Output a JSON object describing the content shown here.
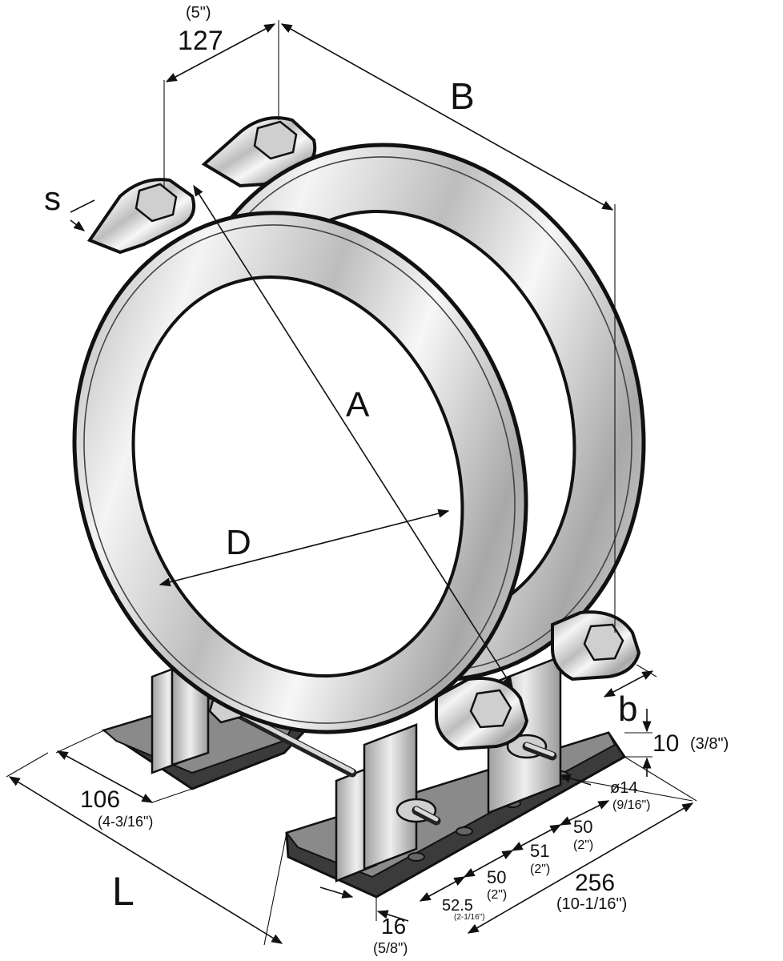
{
  "labels": {
    "dim_127": "127",
    "dim_127_in": "(5\")",
    "B": "B",
    "s": "s",
    "A": "A",
    "D": "D",
    "b": "b",
    "dim_10": "10",
    "dim_10_in": "(3/8\")",
    "hole": "ø14",
    "hole_in": "(9/16\")",
    "dim_50a": "50",
    "dim_50a_in": "(2\")",
    "dim_51": "51",
    "dim_51_in": "(2\")",
    "dim_50b": "50",
    "dim_50b_in": "(2\")",
    "dim_52": "52.5",
    "dim_52_in": "(2-1/16\")",
    "dim_256": "256",
    "dim_256_in": "(10-1/16\")",
    "dim_16": "16",
    "dim_16_in": "(5/8\")",
    "dim_106": "106",
    "dim_106_in": "(4-3/16\")",
    "L": "L"
  },
  "colors": {
    "line": "#111111",
    "steel_light": "#f2f2f2",
    "steel_dark": "#9a9a9a",
    "base_plate": "#3b3b3b"
  }
}
